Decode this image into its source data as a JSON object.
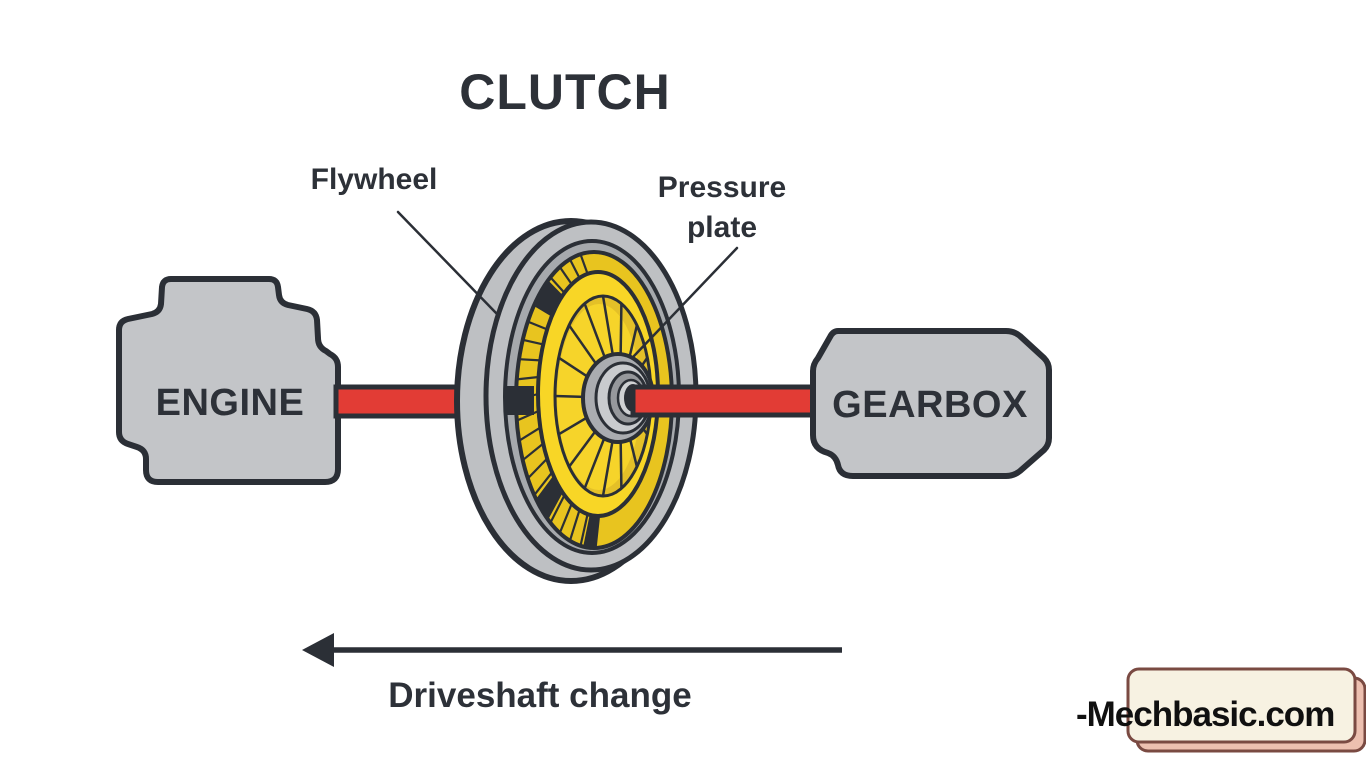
{
  "diagram": {
    "title": "CLUTCH",
    "labels": {
      "flywheel": "Flywheel",
      "pressure_plate_line1": "Pressure",
      "pressure_plate_line2": "plate",
      "engine": "ENGINE",
      "gearbox": "GEARBOX",
      "arrow_caption": "Driveshaft change"
    },
    "watermark": "-Mechbasic.com",
    "colors": {
      "outline": "#2b2f36",
      "text": "#2d3138",
      "machine_gray": "#c3c5c8",
      "flywheel_gray": "#bec0c3",
      "rim_shadow_gray": "#a6a9ad",
      "clutch_yellow": "#f8d626",
      "teeth_yellow": "#e8c41f",
      "spoke_dull_yellow": "#e4c028",
      "shaft_red": "#e23c35",
      "hub_gray_dark": "#96989c",
      "hub_gray_light": "#cfd1d3",
      "badge_bg": "#f7f2e2",
      "badge_back": "#edc0b0",
      "badge_border": "#7a4a42",
      "background": "#ffffff"
    }
  }
}
